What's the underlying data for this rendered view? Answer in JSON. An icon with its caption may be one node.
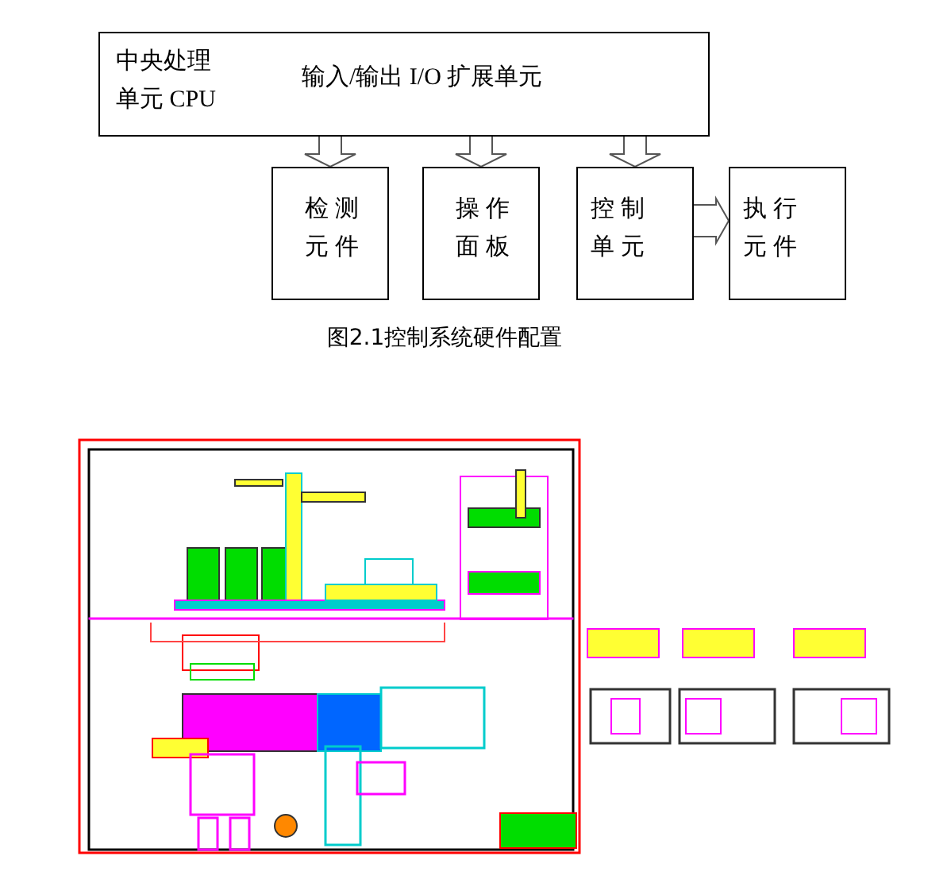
{
  "diagram": {
    "caption": "图2.1控制系统硬件配置",
    "nodes": [
      {
        "text": [
          "中央处理单元 CPU"
        ]
      },
      {
        "text": [
          "输入/输出 I/O 扩展单元"
        ]
      },
      {
        "text": [
          "检测元件"
        ]
      },
      {
        "text": [
          "操作面板"
        ]
      },
      {
        "text": [
          "控制单元"
        ]
      },
      {
        "text": [
          "执行元件"
        ]
      }
    ],
    "edges": [
      {
        "from": 1,
        "to": 2,
        "arrow": "to"
      },
      {
        "from": 1,
        "to": 3,
        "arrow": "to"
      },
      {
        "from": 1,
        "to": 4,
        "arrow": "to"
      },
      {
        "from": 4,
        "to": 5,
        "arrow": "to"
      }
    ]
  }
}
